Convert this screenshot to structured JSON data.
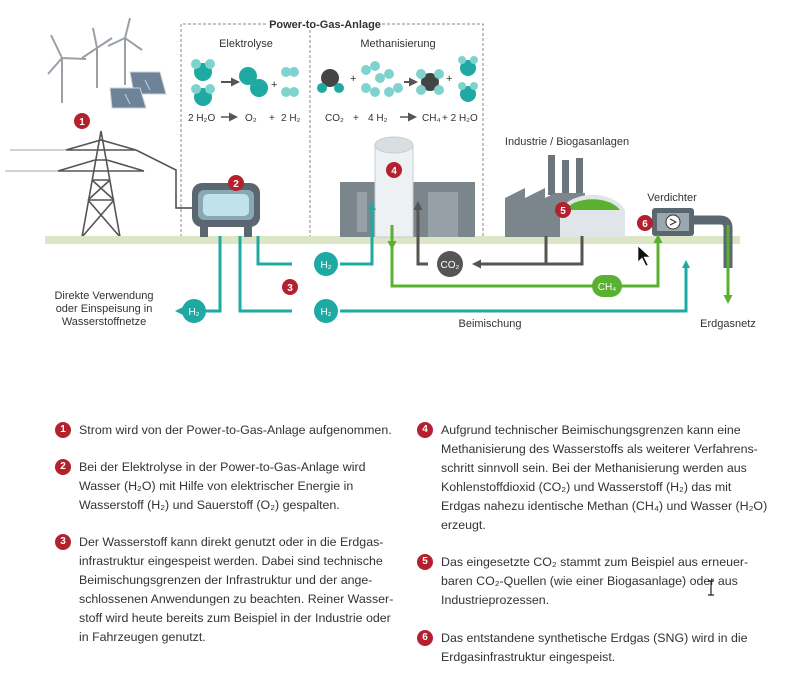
{
  "diagram": {
    "title": "Power-to-Gas-Anlage",
    "section_electrolysis": "Elektrolyse",
    "section_methanation": "Methanisierung",
    "eq_electrolysis": [
      "2 H₂O",
      "O₂",
      "+",
      "2 H₂"
    ],
    "eq_methanation": [
      "CO₂",
      "+",
      "4 H₂",
      "CH₄",
      "+ 2 H₂O"
    ],
    "label_industry": "Industrie / Biogasanlagen",
    "label_compressor": "Verdichter",
    "label_direct_use": [
      "Direkte Verwendung",
      "oder Einspeisung in",
      "Wasserstoffnetze"
    ],
    "label_admixture": "Beimischung",
    "label_gas_grid": "Erdgasnetz",
    "tag_h2": "H₂",
    "tag_co2": "CO₂",
    "tag_ch4": "CH₄",
    "markers": [
      "1",
      "2",
      "3",
      "4",
      "5",
      "6"
    ]
  },
  "legend_left": [
    {
      "num": "1",
      "lines": [
        "Strom wird von der Power-to-Gas-Anlage aufgenommen."
      ]
    },
    {
      "num": "2",
      "lines": [
        "Bei der Elektrolyse in der Power-to-Gas-Anlage wird",
        "Wasser (H₂O) mit Hilfe von elektrischer Energie in",
        "Wasserstoff (H₂) und Sauerstoff (O₂) gespalten."
      ]
    },
    {
      "num": "3",
      "lines": [
        "Der Wasserstoff kann direkt genutzt oder in die Erdgas-",
        "infrastruktur eingespeist werden. Dabei sind technische",
        "Beimischungsgrenzen der Infrastruktur und der ange-",
        "schlossenen Anwendungen zu beachten. Reiner Wasser-",
        "stoff wird heute bereits zum Beispiel in der Industrie oder",
        "in Fahrzeugen genutzt."
      ]
    }
  ],
  "legend_right": [
    {
      "num": "4",
      "lines": [
        "Aufgrund technischer Beimischungsgrenzen kann eine",
        "Methanisierung des Wasserstoffs als weiterer Verfahrens-",
        "schritt sinnvoll sein. Bei der Methanisierung werden aus",
        "Kohlenstoffdioxid (CO₂) und Wasserstoff (H₂) das mit",
        "Erdgas nahezu identische Methan (CH₄) und Wasser (H₂O)",
        "erzeugt."
      ]
    },
    {
      "num": "5",
      "lines": [
        "Das eingesetzte CO₂ stammt zum Beispiel aus erneuer-",
        "baren CO₂-Quellen (wie einer Biogasanlage) oder aus",
        "Industrieprozessen."
      ]
    },
    {
      "num": "6",
      "lines": [
        "Das entstandene synthetische Erdgas (SNG) wird in die",
        "Erdgasinfrastruktur eingespeist."
      ]
    }
  ],
  "colors": {
    "teal": "#1fa9a3",
    "green": "#5ab031",
    "red": "#b3212f",
    "gray": "#666666",
    "ground": "#dbe7c4"
  }
}
